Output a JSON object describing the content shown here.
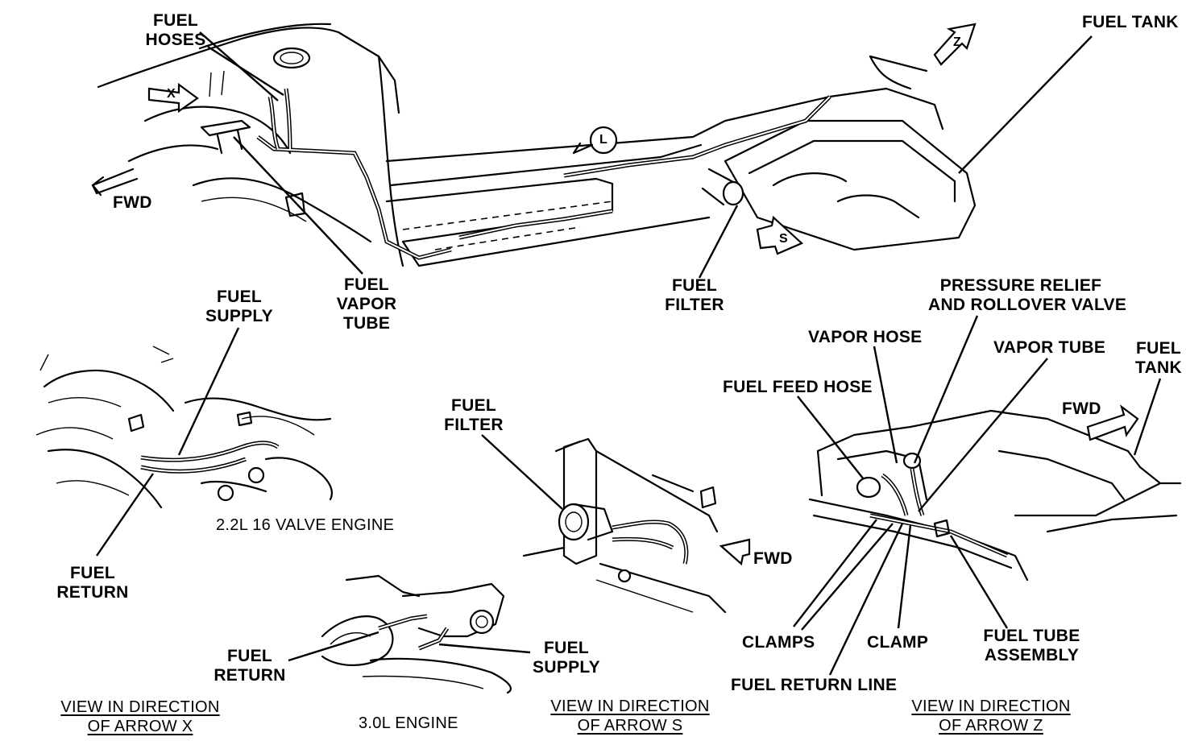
{
  "labels": {
    "fuel_hoses": [
      "FUEL",
      "HOSES"
    ],
    "fuel_tank_main": "FUEL TANK",
    "fwd_main": "FWD",
    "fuel_vapor_tube": [
      "FUEL",
      "VAPOR",
      "TUBE"
    ],
    "fuel_filter_main": [
      "FUEL",
      "FILTER"
    ],
    "fuel_supply_x": [
      "FUEL",
      "SUPPLY"
    ],
    "engine_22": "2.2L 16 VALVE ENGINE",
    "fuel_return_x": [
      "FUEL",
      "RETURN"
    ],
    "fuel_return_30": [
      "FUEL",
      "RETURN"
    ],
    "fuel_supply_30": [
      "FUEL",
      "SUPPLY"
    ],
    "engine_30": "3.0L ENGINE",
    "fuel_filter_s": [
      "FUEL",
      "FILTER"
    ],
    "fwd_s": "FWD",
    "pressure_relief": [
      "PRESSURE RELIEF",
      "AND ROLLOVER VALVE"
    ],
    "vapor_hose": "VAPOR HOSE",
    "vapor_tube": "VAPOR TUBE",
    "fuel_tank_z": [
      "FUEL",
      "TANK"
    ],
    "fuel_feed_hose": "FUEL FEED HOSE",
    "fwd_z": "FWD",
    "clamps": "CLAMPS",
    "clamp": "CLAMP",
    "fuel_tube_assembly": [
      "FUEL TUBE",
      "ASSEMBLY"
    ],
    "fuel_return_line": "FUEL RETURN LINE"
  },
  "captions": {
    "view_x": [
      "VIEW IN DIRECTION",
      "OF ARROW X"
    ],
    "view_s": [
      "VIEW IN DIRECTION",
      "OF ARROW S"
    ],
    "view_z": [
      "VIEW IN DIRECTION",
      "OF ARROW Z"
    ]
  },
  "arrow_tags": {
    "x": "X",
    "l": "L",
    "s": "S",
    "z": "Z"
  }
}
